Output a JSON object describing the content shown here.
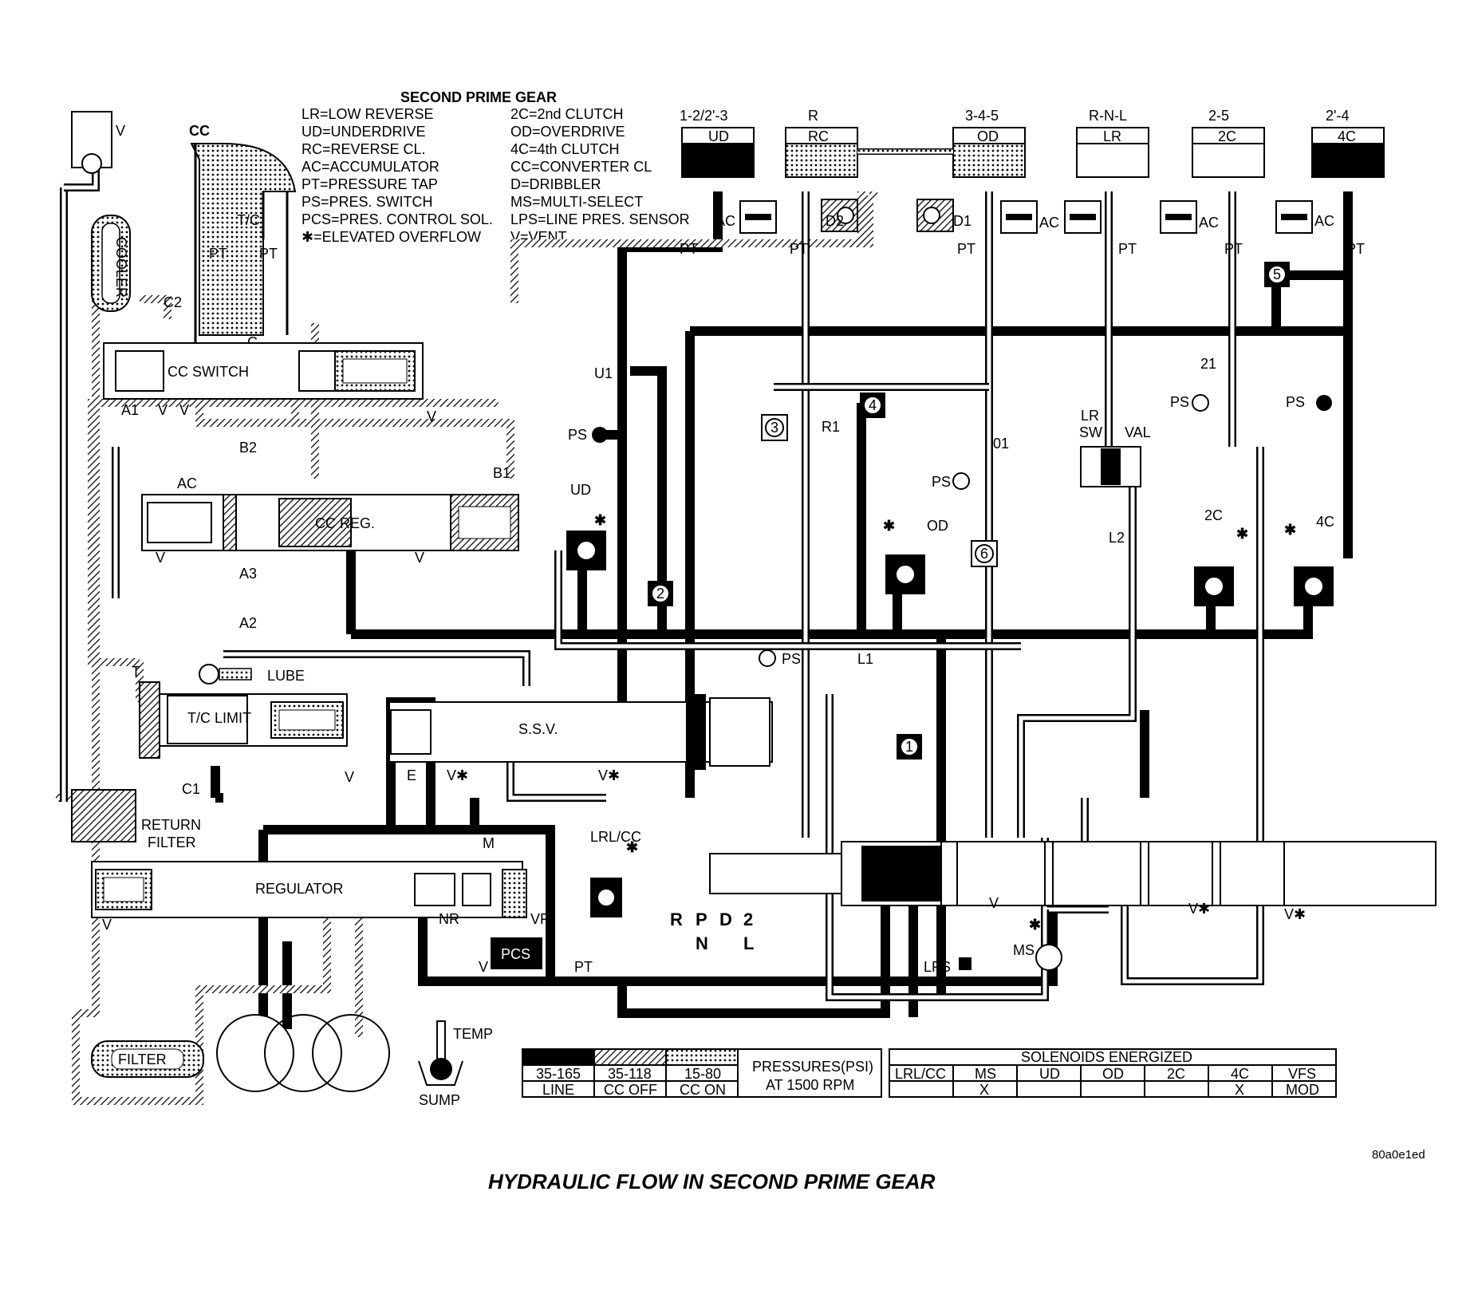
{
  "legend_title": "SECOND PRIME GEAR",
  "legend_left": [
    "LR=LOW REVERSE",
    "UD=UNDERDRIVE",
    "RC=REVERSE CL.",
    "AC=ACCUMULATOR",
    "PT=PRESSURE TAP",
    "PS=PRES. SWITCH",
    "PCS=PRES. CONTROL SOL.",
    "✱=ELEVATED OVERFLOW"
  ],
  "legend_right": [
    "2C=2nd CLUTCH",
    "OD=OVERDRIVE",
    "4C=4th CLUTCH",
    "CC=CONVERTER CL",
    "D=DRIBBLER",
    "MS=MULTI-SELECT",
    "LPS=LINE PRES. SENSOR",
    "V=VENT"
  ],
  "clutches": [
    {
      "gear": "1-2/2'-3",
      "name": "UD"
    },
    {
      "gear": "R",
      "name": "RC"
    },
    {
      "gear": "3-4-5",
      "name": "OD"
    },
    {
      "gear": "R-N-L",
      "name": "LR"
    },
    {
      "gear": "2-5",
      "name": "2C"
    },
    {
      "gear": "2'-4",
      "name": "4C"
    }
  ],
  "components": {
    "cooler": "COOLER",
    "cc": "CC",
    "tc": "T/C",
    "cc_switch": "CC SWITCH",
    "cc_reg": "CC REG.",
    "tc_limit": "T/C LIMIT",
    "ssv": "S.S.V.",
    "regulator": "REGULATOR",
    "pcs": "PCS",
    "filter": "FILTER",
    "return_filter_1": "RETURN",
    "return_filter_2": "FILTER",
    "lube": "LUBE",
    "temp": "TEMP",
    "sump": "SUMP",
    "lr_sw_1": "LR",
    "lr_sw_2": "SW",
    "val": "VAL",
    "ms": "MS",
    "lps": "LPS",
    "lrl_cc": "LRL/CC"
  },
  "labels": {
    "v": "V",
    "vstar": "V✱",
    "pt": "PT",
    "ps": "PS",
    "ac": "AC",
    "c": "C",
    "c1": "C1",
    "c2": "C2",
    "a1": "A1",
    "a2": "A2",
    "a3": "A3",
    "b1": "B1",
    "b2": "B2",
    "u1": "U1",
    "r1": "R1",
    "o1": "01",
    "l1": "L1",
    "l2": "L2",
    "d1": "D1",
    "d2": "D2",
    "n21": "21",
    "t": "T",
    "e": "E",
    "m": "M",
    "nr": "NR",
    "vf": "VF",
    "ud": "UD",
    "od": "OD",
    "c2c": "2C",
    "c4c": "4C",
    "star": "✱"
  },
  "check_balls": [
    "1",
    "2",
    "3",
    "4",
    "5",
    "6"
  ],
  "manual_valve_positions": {
    "top": [
      "R",
      "P",
      "D",
      "2"
    ],
    "bottom": [
      "N",
      "L"
    ]
  },
  "pressure_table": {
    "title_1": "PRESSURES(PSI)",
    "title_2": "AT 1500 RPM",
    "ranges": [
      "35-165",
      "35-118",
      "15-80"
    ],
    "names": [
      "LINE",
      "CC OFF",
      "CC ON"
    ]
  },
  "solenoid_table": {
    "title": "SOLENOIDS ENERGIZED",
    "headers": [
      "LRL/CC",
      "MS",
      "UD",
      "OD",
      "2C",
      "4C",
      "VFS"
    ],
    "values": [
      "",
      "X",
      "",
      "",
      "",
      "X",
      "MOD"
    ]
  },
  "image_code": "80a0e1ed",
  "caption": "HYDRAULIC FLOW IN SECOND PRIME GEAR"
}
